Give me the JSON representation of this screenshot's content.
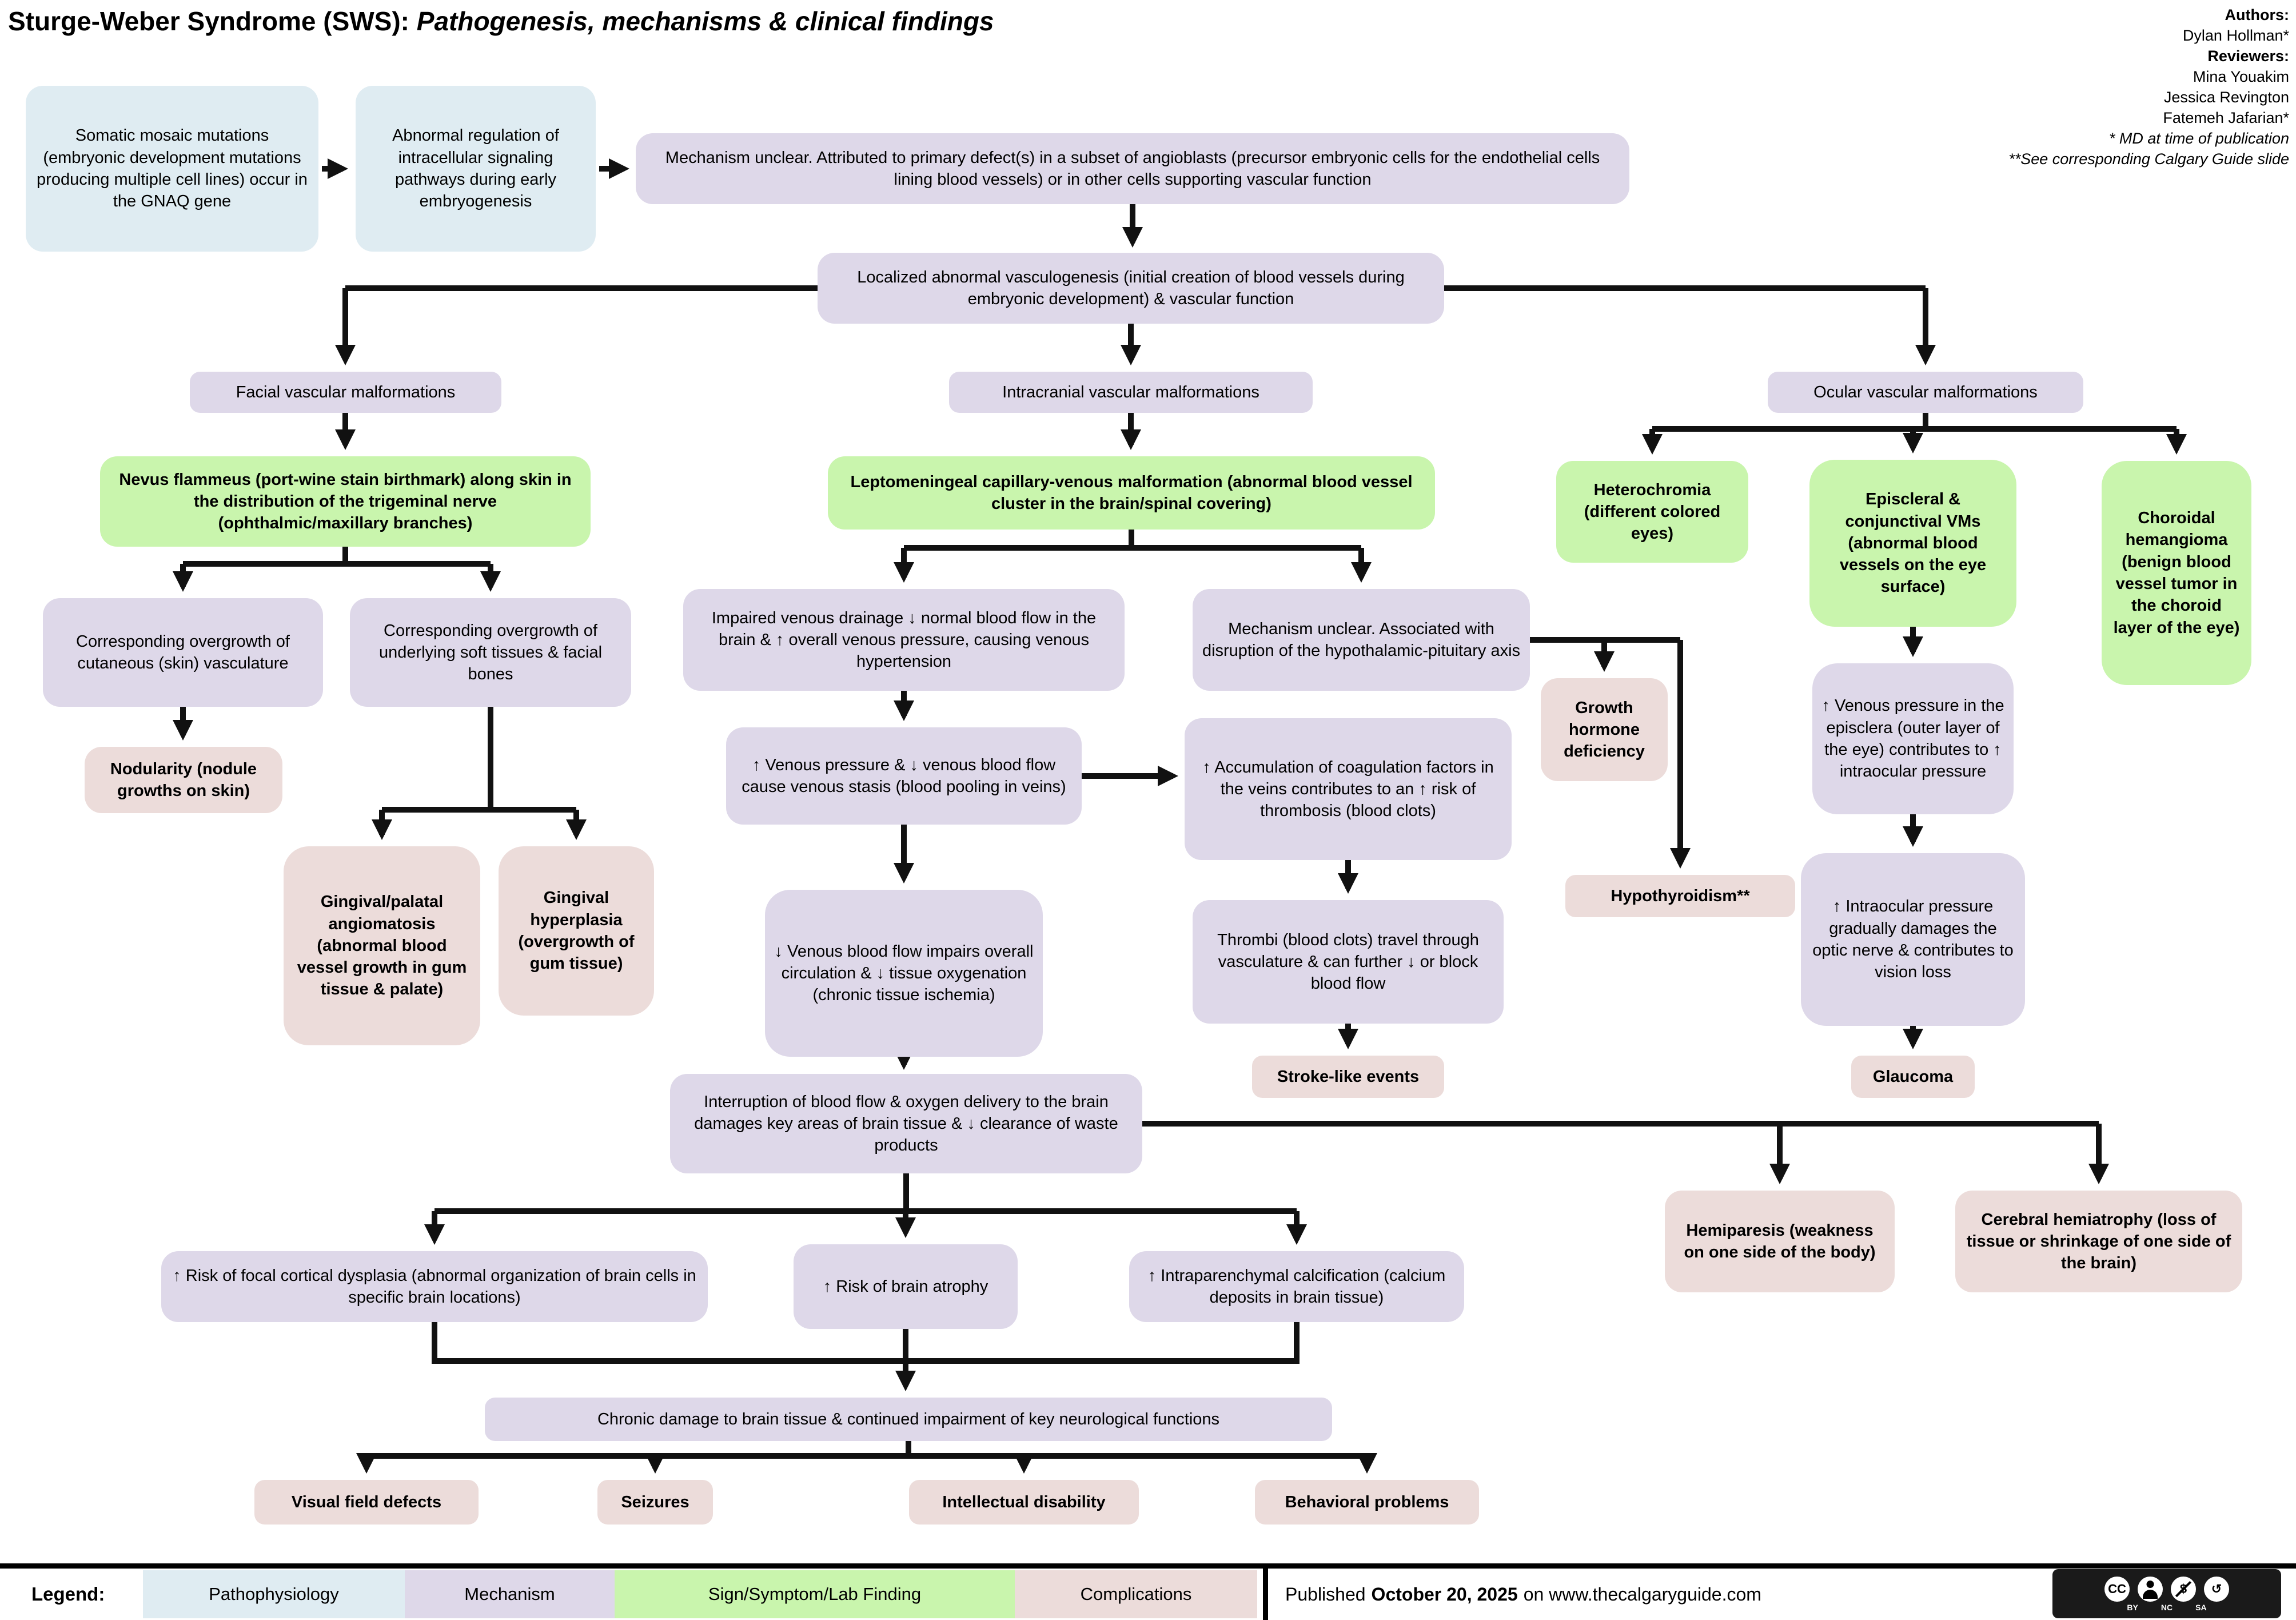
{
  "header": {
    "title_main": "Sturge-Weber Syndrome (SWS):",
    "title_italic": "Pathogenesis, mechanisms & clinical findings",
    "authors_heading": "Authors:",
    "author_1": "Dylan Hollman*",
    "reviewers_heading": "Reviewers:",
    "reviewer_1": "Mina Youakim",
    "reviewer_2": "Jessica Revington",
    "reviewer_3": "Fatemeh Jafarian*",
    "note_1": "* MD at time of publication",
    "note_2": "**See corresponding Calgary Guide slide"
  },
  "colors": {
    "pathophysiology": "#dfecf2",
    "mechanism": "#ded8e9",
    "sign_symptom": "#c9f5ad",
    "complication": "#ecdcda",
    "connector": "#111111"
  },
  "nodes": {
    "somatic": {
      "text": "Somatic mosaic mutations (embryonic development mutations producing multiple cell lines) occur in the GNAQ gene"
    },
    "abnormal_regulation": {
      "text": "Abnormal regulation of intracellular signaling pathways during early embryogenesis"
    },
    "mechanism_angioblasts": {
      "text": "Mechanism unclear. Attributed to primary defect(s) in a subset of angioblasts (precursor embryonic cells for the endothelial cells lining blood vessels) or in other cells supporting vascular function"
    },
    "localized_vasculogenesis": {
      "text": "Localized abnormal vasculogenesis (initial creation of blood vessels during embryonic development) & vascular function"
    },
    "facial": {
      "text": "Facial vascular malformations"
    },
    "intracranial": {
      "text": "Intracranial vascular malformations"
    },
    "ocular": {
      "text": "Ocular vascular malformations"
    },
    "nevus": {
      "text": "Nevus flammeus (port-wine stain birthmark) along skin in the distribution of the trigeminal nerve (ophthalmic/maxillary branches)"
    },
    "cutaneous": {
      "text": "Corresponding overgrowth of cutaneous (skin) vasculature"
    },
    "soft_tissues": {
      "text": "Corresponding overgrowth of underlying soft tissues & facial bones"
    },
    "nodularity": {
      "text": "Nodularity (nodule growths on skin)"
    },
    "gingival_angiomatosis": {
      "text": "Gingival/palatal angiomatosis (abnormal blood vessel growth in gum tissue & palate)"
    },
    "gingival_hyperplasia": {
      "text": "Gingival hyperplasia (overgrowth of gum tissue)"
    },
    "leptomeningeal": {
      "text": "Leptomeningeal capillary-venous malformation (abnormal blood vessel cluster in the brain/spinal covering)"
    },
    "impaired_drainage": {
      "text": "Impaired venous drainage ↓ normal blood flow in the brain & ↑ overall venous pressure, causing venous hypertension"
    },
    "hypothalamic": {
      "text": "Mechanism unclear. Associated with disruption of the hypothalamic-pituitary axis"
    },
    "venous_stasis": {
      "text": "↑ Venous pressure & ↓ venous blood flow cause venous stasis (blood pooling in veins)"
    },
    "coagulation": {
      "text": "↑ Accumulation of coagulation factors in the veins contributes to an ↑ risk of thrombosis (blood clots)"
    },
    "low_venous_flow": {
      "text": "↓ Venous blood flow impairs overall circulation & ↓ tissue oxygenation (chronic tissue ischemia)"
    },
    "thrombi": {
      "text": "Thrombi (blood clots) travel through vasculature & can further ↓ or block blood flow"
    },
    "stroke_like": {
      "text": "Stroke-like events"
    },
    "interruption": {
      "text": "Interruption of blood flow & oxygen delivery to the brain damages key areas of brain tissue & ↓ clearance of waste products"
    },
    "growth_hormone": {
      "text": "Growth hormone deficiency"
    },
    "hypothyroidism": {
      "text": "Hypothyroidism**"
    },
    "heterochromia": {
      "text": "Heterochromia (different colored eyes)"
    },
    "episcleral": {
      "text": "Episcleral & conjunctival VMs (abnormal blood vessels on the eye surface)"
    },
    "choroidal": {
      "text": "Choroidal hemangioma (benign blood vessel tumor in the choroid layer of the eye)"
    },
    "venous_episclera": {
      "text": "↑ Venous pressure in the episclera (outer layer of the eye) contributes to ↑ intraocular pressure"
    },
    "intraocular": {
      "text": "↑ Intraocular pressure gradually damages the optic nerve & contributes to vision loss"
    },
    "glaucoma": {
      "text": "Glaucoma"
    },
    "hemiparesis": {
      "text": "Hemiparesis (weakness on one side of the body)"
    },
    "cerebral_hemiatrophy": {
      "text": "Cerebral hemiatrophy (loss of tissue or shrinkage of one side of the brain)"
    },
    "focal_dysplasia": {
      "text": "↑ Risk of focal cortical dysplasia (abnormal organization of brain cells in specific brain locations)"
    },
    "brain_atrophy": {
      "text": "↑ Risk of brain atrophy"
    },
    "calcification": {
      "text": "↑ Intraparenchymal calcification (calcium deposits in brain tissue)"
    },
    "chronic_damage": {
      "text": "Chronic damage to brain tissue & continued impairment of key neurological functions"
    },
    "visual_field": {
      "text": "Visual field defects"
    },
    "seizures": {
      "text": "Seizures"
    },
    "intellectual": {
      "text": "Intellectual disability"
    },
    "behavioral": {
      "text": "Behavioral problems"
    }
  },
  "legend": {
    "label": "Legend:",
    "items": [
      {
        "label": "Pathophysiology",
        "color": "#dfecf2"
      },
      {
        "label": "Mechanism",
        "color": "#ded8e9"
      },
      {
        "label": "Sign/Symptom/Lab Finding",
        "color": "#c9f5ad"
      },
      {
        "label": "Complications",
        "color": "#ecdcda"
      }
    ]
  },
  "footer": {
    "published_prefix": "Published",
    "published_date": "October 20, 2025",
    "published_suffix": "on www.thecalgaryguide.com",
    "cc": {
      "logo": "CC",
      "nc_symbol": "$",
      "sa_symbol": "↺",
      "by": "BY",
      "nc": "NC",
      "sa": "SA"
    }
  }
}
